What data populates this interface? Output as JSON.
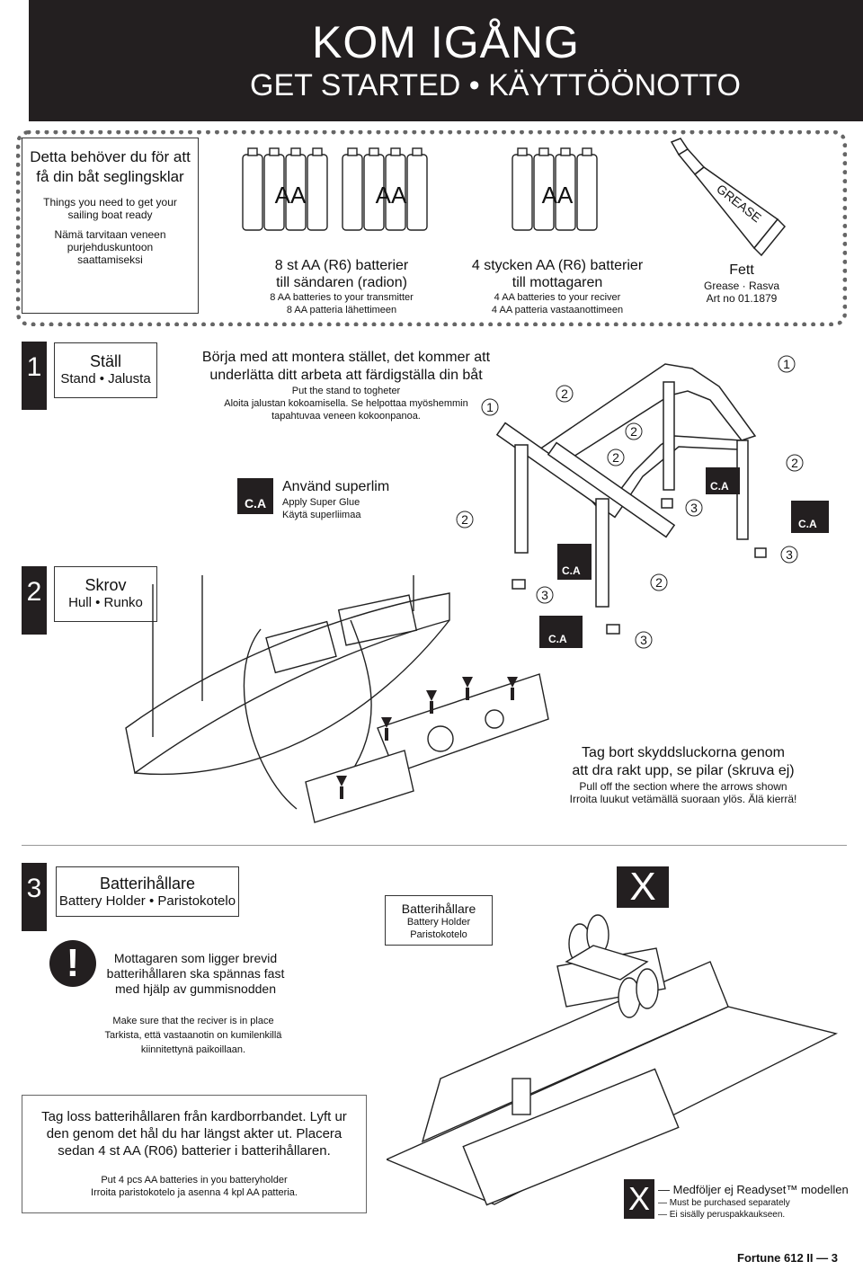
{
  "header": {
    "title": "KOM IGÅNG",
    "subtitle": "GET STARTED • KÄYTTÖÖNOTTO"
  },
  "needs": {
    "sv": "Detta behöver du för att få din båt seglingsklar",
    "en": "Things you need to get your sailing boat ready",
    "fi": "Nämä tarvitaan veneen purjehduskuntoon saattamiseksi"
  },
  "batteries_label": "AA",
  "transmitter": {
    "sv_line1": "8 st AA (R6) batterier",
    "sv_line2": "till sändaren (radion)",
    "en": "8 AA batteries to your transmitter",
    "fi": "8 AA patteria lähettimeen"
  },
  "receiver": {
    "sv_line1": "4 stycken AA (R6) batterier",
    "sv_line2": "till mottagaren",
    "en": "4 AA batteries to your reciver",
    "fi": "4 AA patteria vastaanottimeen"
  },
  "grease": {
    "tube_label": "GREASE",
    "title": "Fett",
    "sub": "Grease · Rasva",
    "art": "Art no 01.1879"
  },
  "step1": {
    "number": "1",
    "title": "Ställ",
    "sub": "Stand • Jalusta",
    "sv": "Börja med att montera stället, det kommer att underlätta ditt arbeta att färdigställa din båt",
    "en": "Put the stand to togheter",
    "fi": "Aloita jalustan kokoamisella. Se helpottaa myöshemmin tapahtuvaa veneen kokoonpanoa.",
    "glue_sv": "Använd superlim",
    "glue_en": "Apply Super Glue",
    "glue_fi": "Käytä superliimaa",
    "badge": "C.A",
    "callouts": [
      "1",
      "2",
      "3"
    ]
  },
  "step2": {
    "number": "2",
    "title": "Skrov",
    "sub": "Hull • Runko",
    "sv_line1": "Tag bort skyddsluckorna genom",
    "sv_line2": "att dra rakt upp, se pilar (skruva ej)",
    "en": "Pull off the section where the arrows shown",
    "fi": "Irroita luukut vetämällä suoraan ylös. Älä kierrä!"
  },
  "step3": {
    "number": "3",
    "title": "Batterihållare",
    "sub": "Battery Holder • Paristokotelo",
    "warn_mark": "!",
    "warn_sv": "Mottagaren som ligger brevid batterihållaren ska spännas fast med hjälp av gummisnodden",
    "warn_en": "Make sure that the reciver is in place",
    "warn_fi": "Tarkista, että vastaanotin on kumilenkillä kiinnitettynä paikoillaan.",
    "holder_sv": "Batterihållare",
    "holder_en": "Battery Holder",
    "holder_fi": "Paristokotelo",
    "x_mark": "X",
    "install_sv": "Tag loss batterihållaren från kardborrbandet. Lyft ur den genom det hål du har längst akter ut. Placera sedan 4 st AA (R06) batterier i batterihållaren.",
    "install_en": "Put 4 pcs AA batteries in you batteryholder",
    "install_fi": "Irroita paristokotelo ja asenna 4 kpl AA patteria.",
    "legend_title": "— Medföljer ej Readyset™ modellen",
    "legend_en": "— Must be purchased separately",
    "legend_fi": "— Ei sisälly peruspakkaukseen."
  },
  "footer": "Fortune 612 II — 3"
}
